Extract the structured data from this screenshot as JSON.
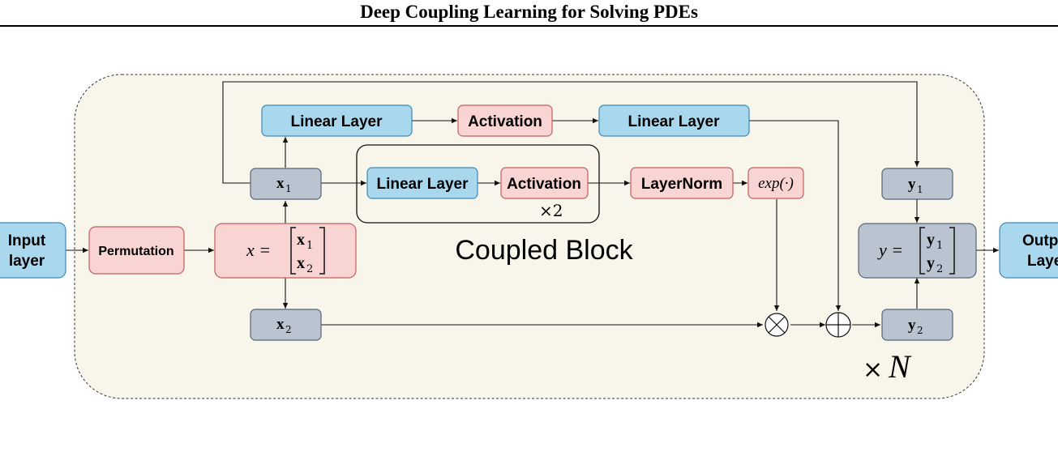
{
  "header": {
    "title": "Deep Coupling Learning for Solving PDEs"
  },
  "colors": {
    "module_bg": "#f8f5ea",
    "blue_fill": "#a9d8ee",
    "blue_stroke": "#3f88b4",
    "red_fill": "#f8d5d3",
    "red_stroke": "#c25e5e",
    "gray_fill": "#b9c4d0",
    "gray_stroke": "#55637a"
  },
  "nodes": {
    "input_layer_line1": "Input",
    "input_layer_line2": "layer",
    "permutation": "Permutation",
    "x_split_lhs": "x =",
    "x_split_top": "x",
    "x_split_top_sub": "1",
    "x_split_bottom": "x",
    "x_split_bottom_sub": "2",
    "x1_var": "x",
    "x1_sub": "1",
    "x2_var": "x",
    "x2_sub": "2",
    "top_linear_1": "Linear Layer",
    "top_activation": "Activation",
    "top_linear_2": "Linear Layer",
    "inner_linear": "Linear Layer",
    "inner_activation": "Activation",
    "inner_repeat": "×2",
    "layernorm": "LayerNorm",
    "exp": "exp(·)",
    "coupled_block_label": "Coupled Block",
    "y1_var": "y",
    "y1_sub": "1",
    "y2_var": "y",
    "y2_sub": "2",
    "y_merge_lhs": "y =",
    "y_merge_top": "y",
    "y_merge_top_sub": "1",
    "y_merge_bottom": "y",
    "y_merge_bottom_sub": "2",
    "output_layer_line1": "Output",
    "output_layer_line2": "Layer",
    "repeat_n_times": "×",
    "repeat_n_var": "N",
    "multiply_symbol": "⊗",
    "add_symbol": "⊕"
  }
}
